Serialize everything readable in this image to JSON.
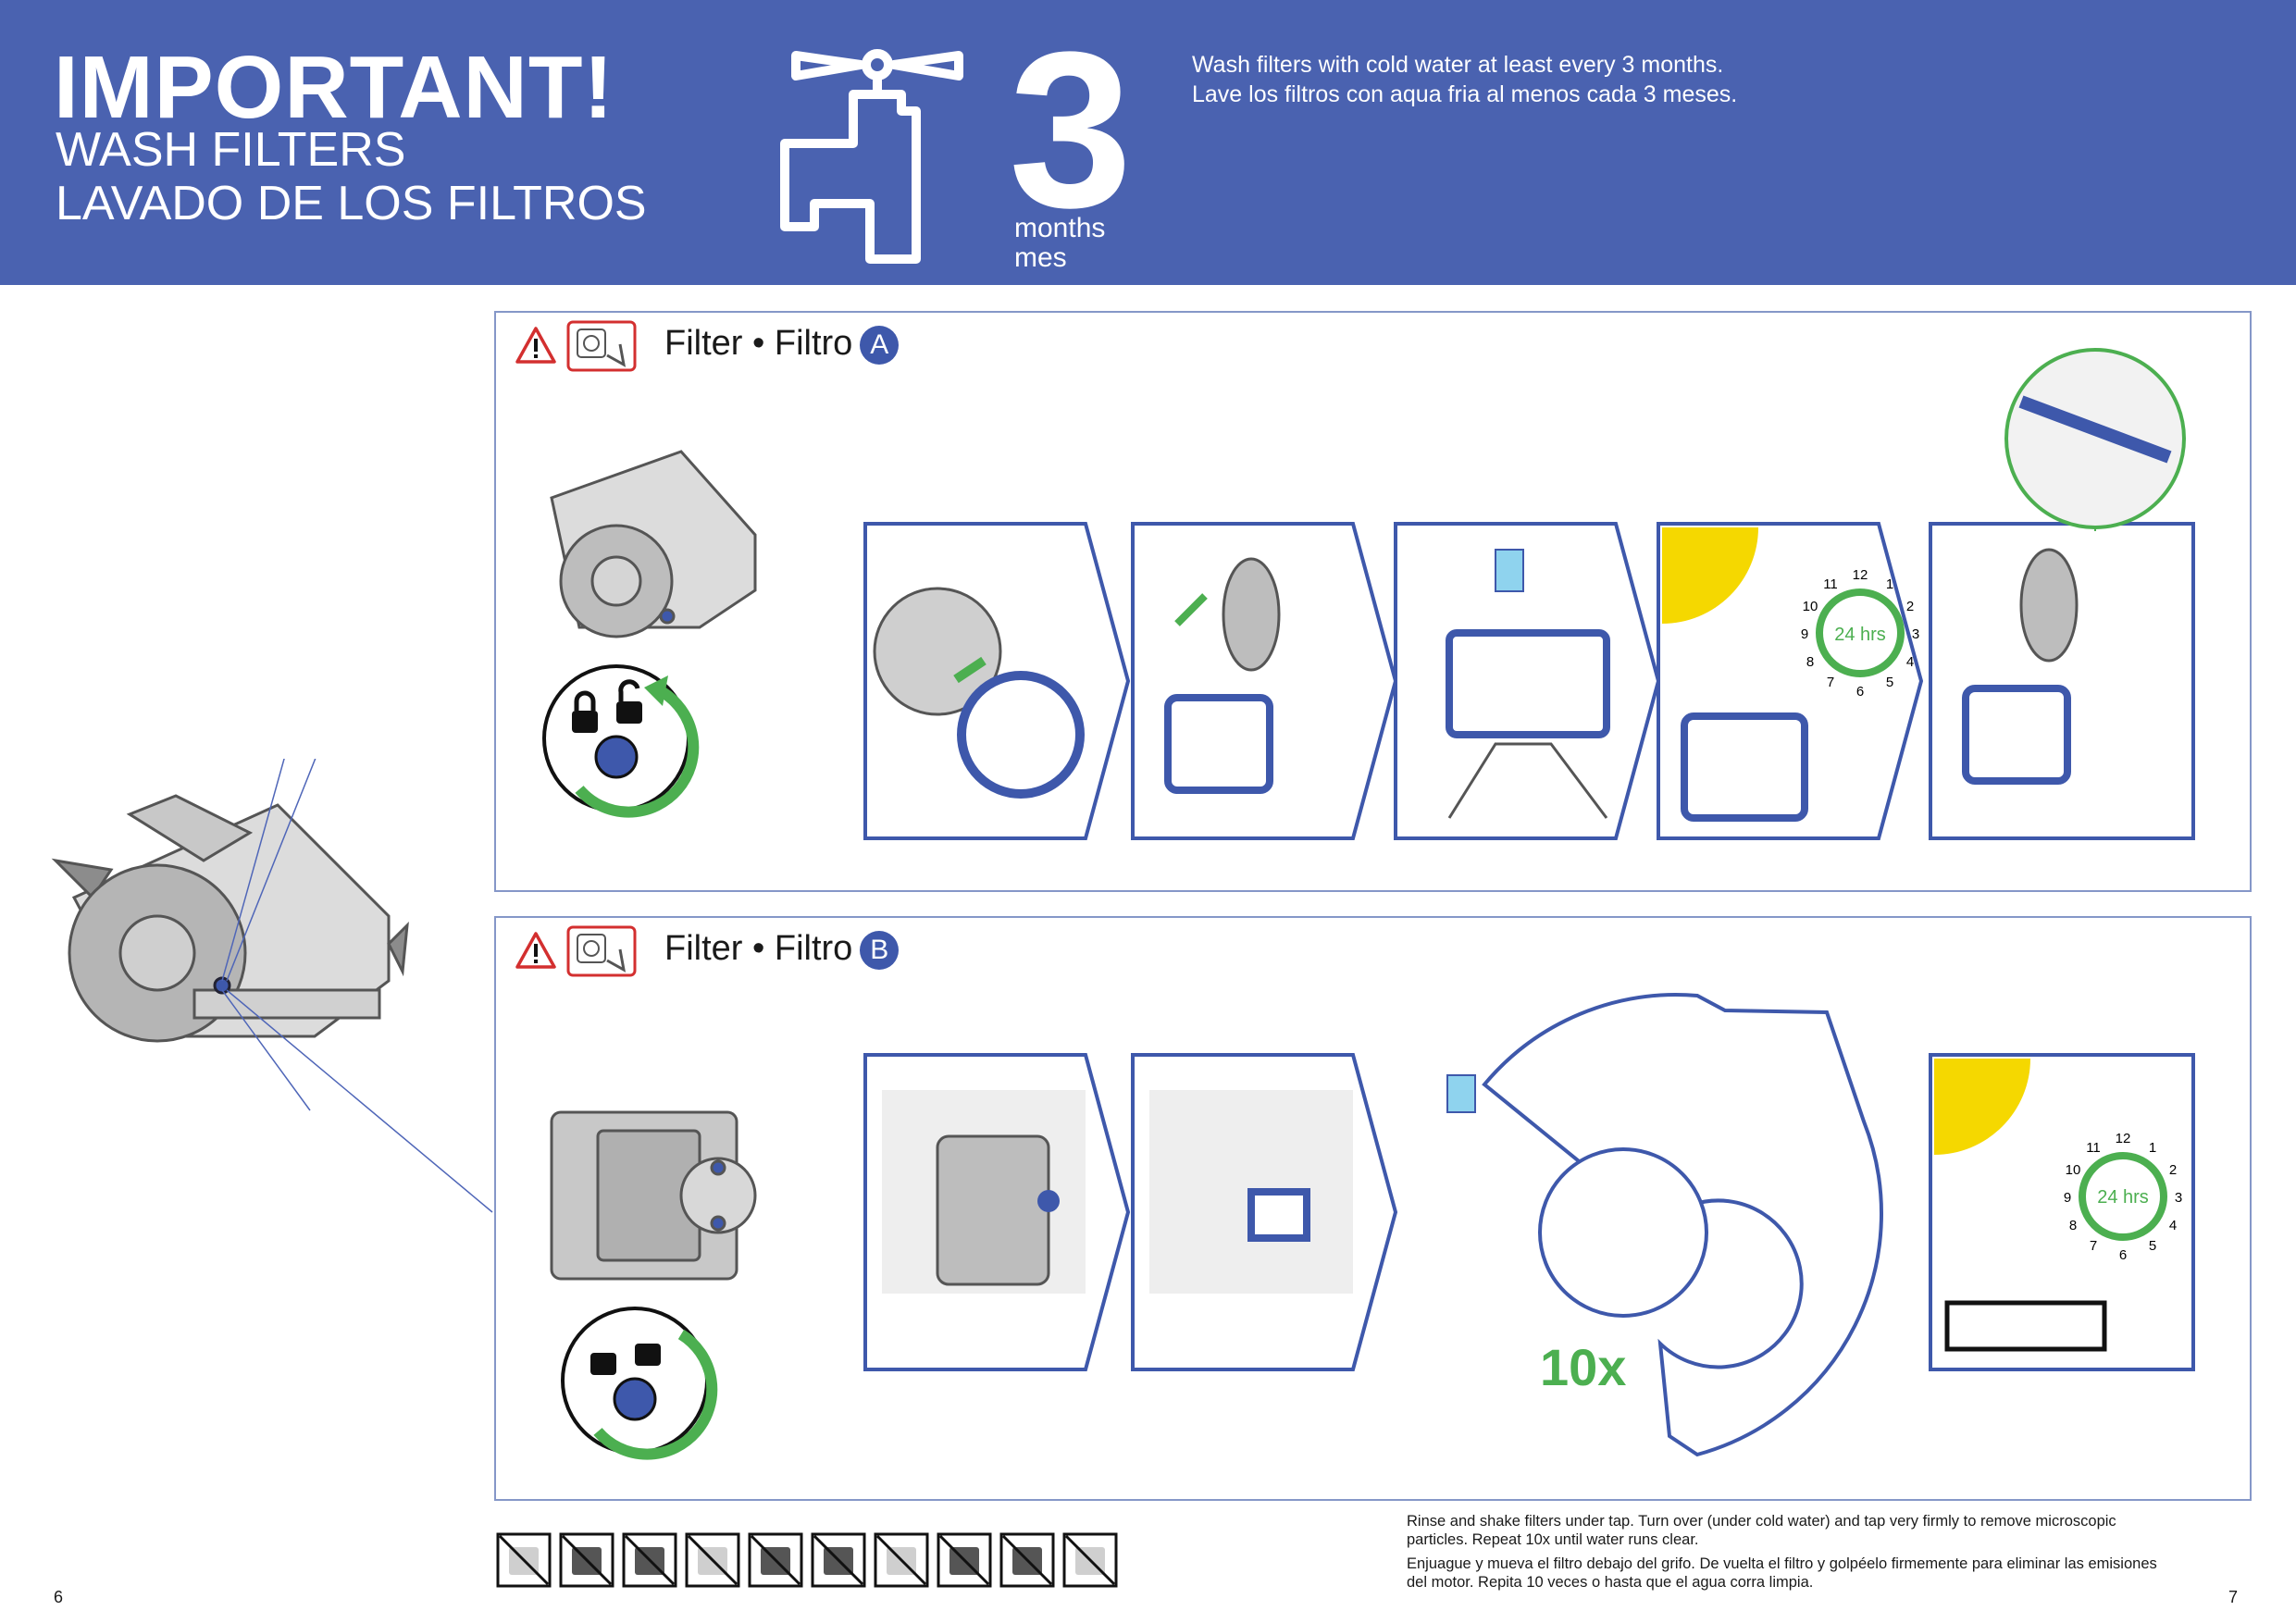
{
  "header": {
    "title": "IMPORTANT!",
    "subtitle_en": "WASH FILTERS",
    "subtitle_es": "LAVADO DE LOS FILTROS",
    "interval_number": "3",
    "interval_unit_en": "months",
    "interval_unit_es": "mes",
    "note_en": "Wash filters with cold water at least every 3 months.",
    "note_es": "Lave los filtros con aqua fria al menos cada 3 meses."
  },
  "section_a": {
    "title": "Filter • Filtro",
    "badge": "A"
  },
  "section_b": {
    "title": "Filter • Filtro",
    "badge": "B"
  },
  "clock": {
    "label": "24 hrs",
    "numbers": [
      "12",
      "1",
      "2",
      "3",
      "4",
      "5",
      "6",
      "7",
      "8",
      "9",
      "10",
      "11"
    ]
  },
  "repeat_label": "10x",
  "instructions": {
    "en": "Rinse and shake filters under tap. Turn over (under cold water) and tap very firmly to remove microscopic particles. Repeat 10x until water runs clear.",
    "es": "Enjuague y mueva el filtro debajo del grifo. De vuelta el filtro y golpéelo firmemente para eliminar las emisiones del motor. Repita 10 veces o hasta que el agua corra limpia."
  },
  "page_numbers": {
    "left": "6",
    "right": "7"
  },
  "warning_icons": [
    "no-detergent-icon",
    "no-detergent-icon",
    "no-oven-icon",
    "no-dishwasher-icon",
    "no-washing-machine-icon",
    "no-dryer-icon",
    "no-microwave-icon",
    "no-dishwasher-icon",
    "no-open-flame-icon",
    "no-spray-icon"
  ],
  "colors": {
    "banner": "#4a62b0",
    "accent_green": "#4caf50",
    "frame_blue": "#3e58ab",
    "sun": "#f5d800"
  }
}
